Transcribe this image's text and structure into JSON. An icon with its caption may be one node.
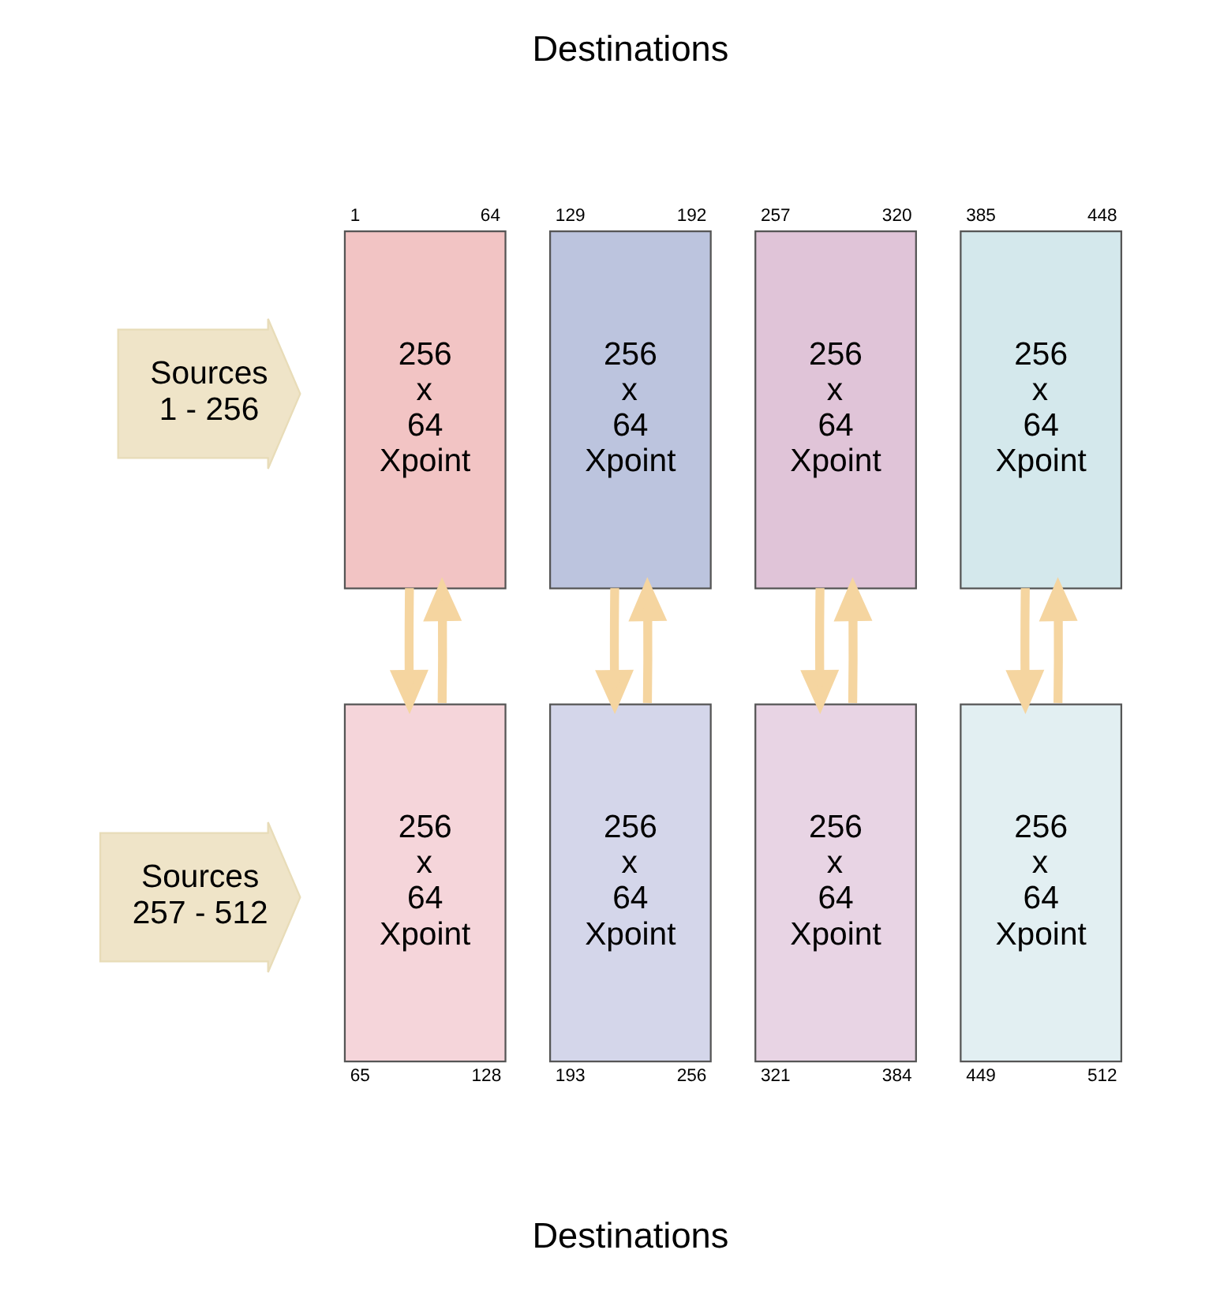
{
  "diagram": {
    "nodes": [
      {
        "text": [
          "Sources 1 - 256"
        ]
      },
      {
        "text": [
          "256 x 64 Xpoint"
        ],
        "beside": [
          "1",
          "64"
        ]
      },
      {
        "text": [
          "256 x 64 Xpoint"
        ],
        "beside": [
          "129",
          "192"
        ]
      },
      {
        "text": [
          "256 x 64 Xpoint"
        ],
        "beside": [
          "257",
          "320"
        ]
      },
      {
        "text": [
          "256 x 64 Xpoint"
        ],
        "beside": [
          "385",
          "448"
        ]
      },
      {
        "text": [
          "Sources 257 - 512"
        ]
      },
      {
        "text": [
          "256 x 64 Xpoint"
        ],
        "beside": [
          "65",
          "128"
        ]
      },
      {
        "text": [
          "256 x 64 Xpoint"
        ],
        "beside": [
          "193",
          "256"
        ]
      },
      {
        "text": [
          "256 x 64 Xpoint"
        ],
        "beside": [
          "321",
          "384"
        ]
      },
      {
        "text": [
          "256 x 64 Xpoint"
        ],
        "beside": [
          "449",
          "512"
        ]
      }
    ],
    "edges": [
      {
        "from": 6,
        "to": 1,
        "arrow": "to"
      },
      {
        "from": 1,
        "to": 6,
        "arrow": "to"
      },
      {
        "from": 7,
        "to": 2,
        "arrow": "to"
      },
      {
        "from": 2,
        "to": 7,
        "arrow": "to"
      },
      {
        "from": 8,
        "to": 3,
        "arrow": "to"
      },
      {
        "from": 3,
        "to": 8,
        "arrow": "to"
      },
      {
        "from": 9,
        "to": 4,
        "arrow": "to"
      },
      {
        "from": 4,
        "to": 9,
        "arrow": "to"
      }
    ],
    "labels": [
      "Destinations",
      "Destinations"
    ]
  }
}
